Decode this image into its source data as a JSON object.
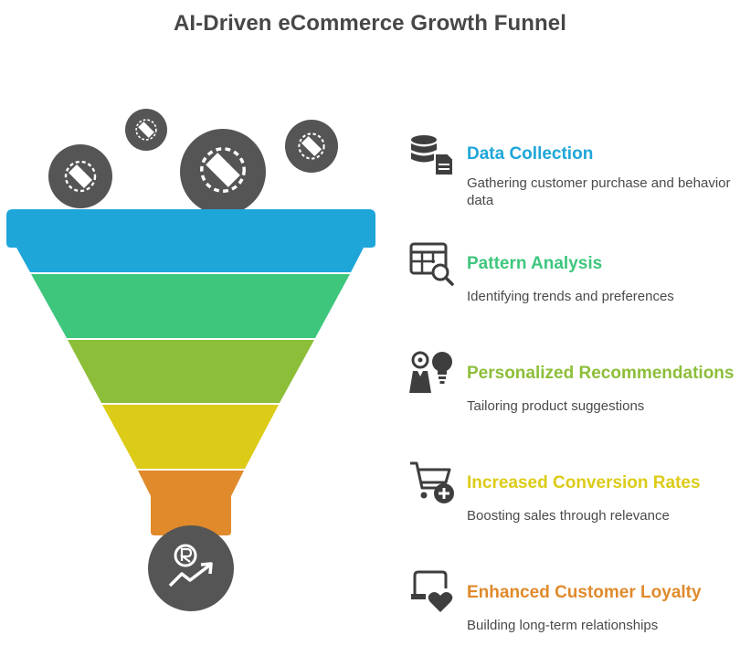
{
  "title": "AI-Driven eCommerce Growth Funnel",
  "colors": {
    "stage_1": "#1EA6D9",
    "stage_2": "#3EC67D",
    "stage_3": "#8DBE3A",
    "stage_4": "#DCCB17",
    "stage_5": "#E08A2C",
    "circle": "#555555",
    "icon": "#3e3e3e"
  },
  "steps": [
    {
      "title": "Data Collection",
      "description": "Gathering customer purchase and behavior data",
      "color": "#1EA6D9",
      "icon": "database-document-icon"
    },
    {
      "title": "Pattern Analysis",
      "description": "Identifying trends and preferences",
      "color": "#3EC67D",
      "icon": "table-search-icon"
    },
    {
      "title": "Personalized Recommendations",
      "description": "Tailoring product suggestions",
      "color": "#8DBE3A",
      "icon": "person-lightbulb-icon"
    },
    {
      "title": "Increased Conversion Rates",
      "description": "Boosting sales through relevance",
      "color": "#DCCB17",
      "icon": "cart-plus-icon"
    },
    {
      "title": "Enhanced Customer Loyalty",
      "description": "Building long-term relationships",
      "color": "#E08A2C",
      "icon": "hand-heart-icon"
    }
  ],
  "funnel_inputs": [
    "handshake-icon",
    "handshake-icon",
    "handshake-icon",
    "handshake-icon"
  ],
  "funnel_output": "revenue-growth-icon"
}
